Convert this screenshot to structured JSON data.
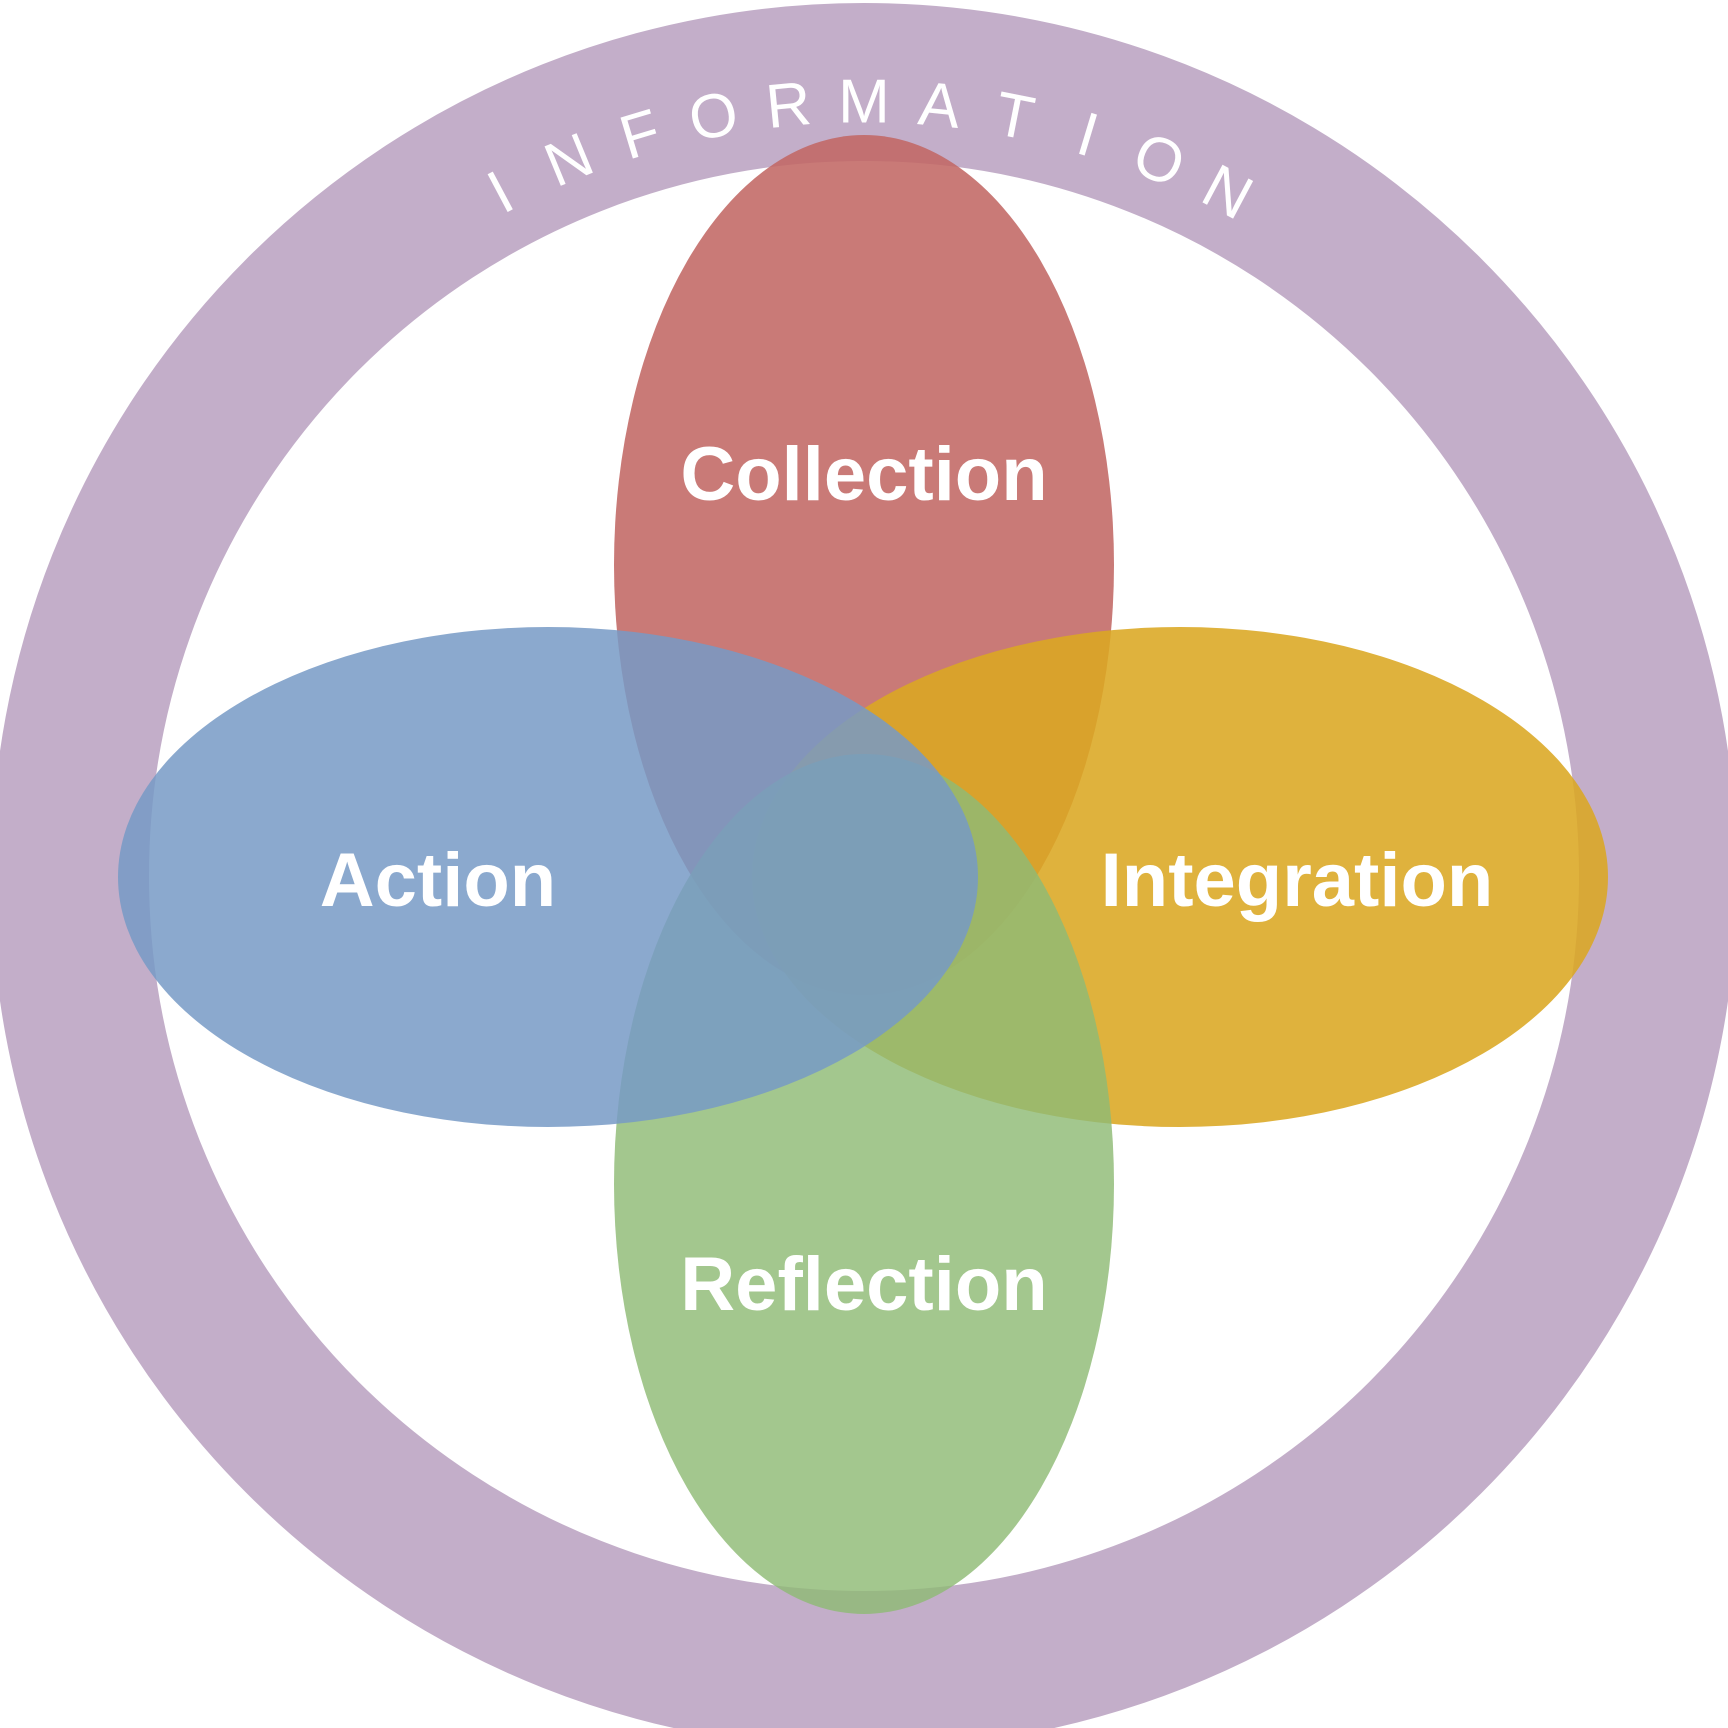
{
  "ring": {
    "label": "INFORMATION",
    "color": "#c3aec9"
  },
  "petals": {
    "collection": {
      "label": "Collection",
      "color": "#c26864"
    },
    "action": {
      "label": "Action",
      "color": "#779ac6"
    },
    "integration": {
      "label": "Integration",
      "color": "#dba722"
    },
    "reflection": {
      "label": "Reflection",
      "color": "#8fbb75"
    }
  }
}
